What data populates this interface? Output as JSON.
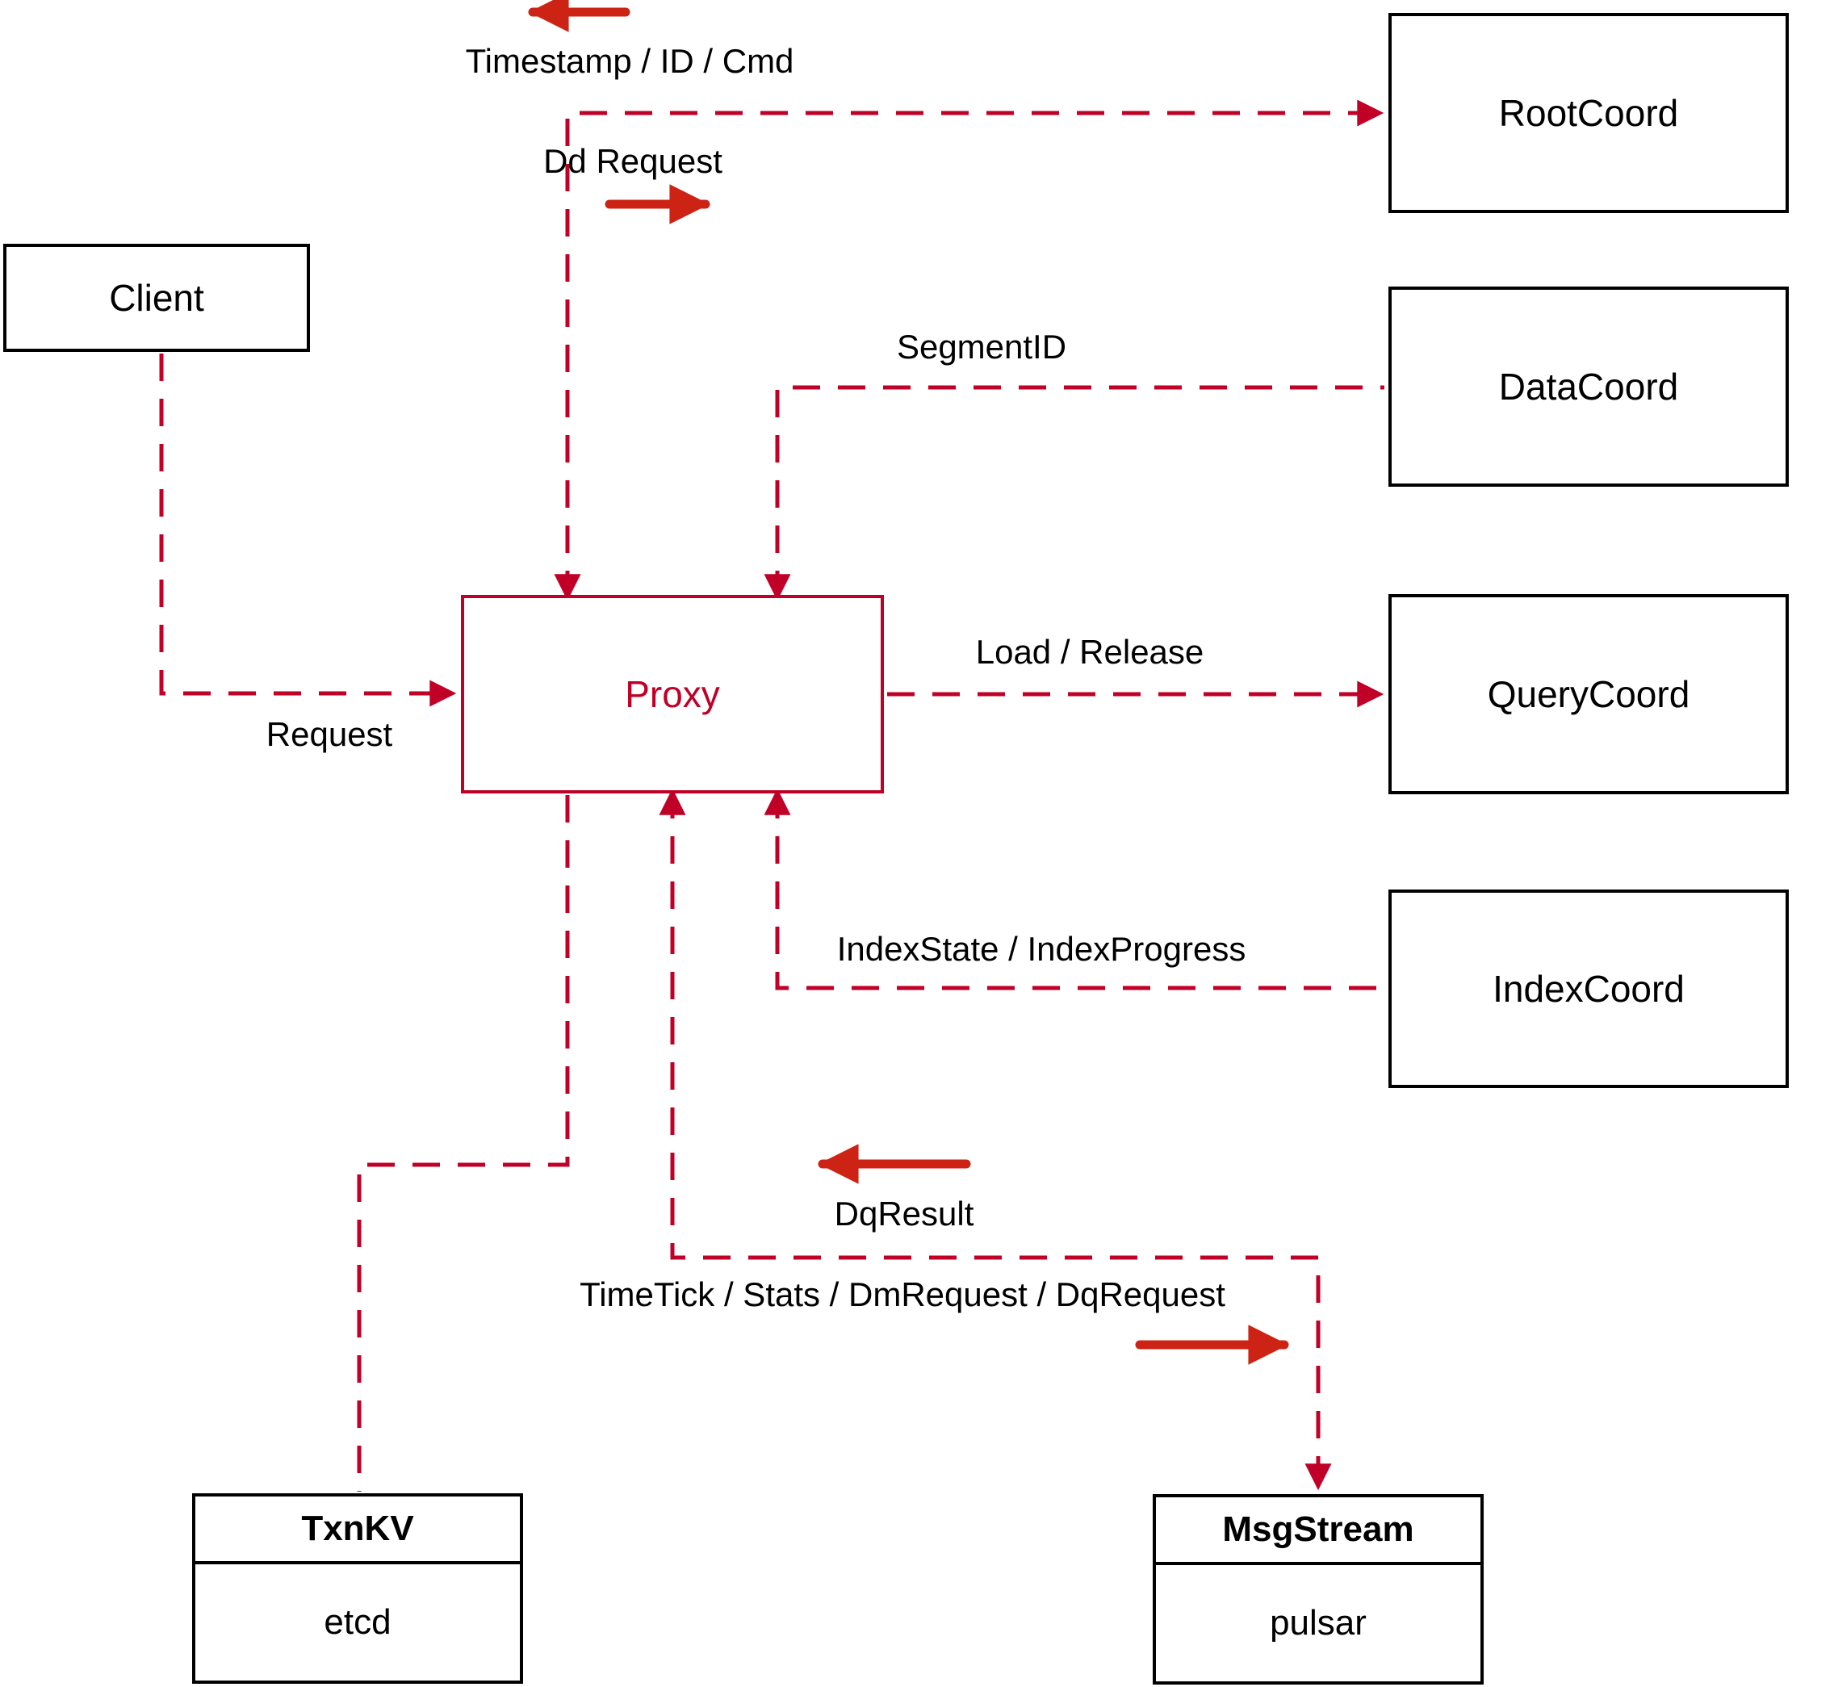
{
  "diagram": {
    "nodes": {
      "client": {
        "label": "Client"
      },
      "proxy": {
        "label": "Proxy"
      },
      "root_coord": {
        "label": "RootCoord"
      },
      "data_coord": {
        "label": "DataCoord"
      },
      "query_coord": {
        "label": "QueryCoord"
      },
      "index_coord": {
        "label": "IndexCoord"
      },
      "txn_kv": {
        "title": "TxnKV",
        "impl": "etcd"
      },
      "msg_stream": {
        "title": "MsgStream",
        "impl": "pulsar"
      }
    },
    "edge_labels": {
      "timestamp_id_cmd": "Timestamp / ID / Cmd",
      "dd_request": "Dd Request",
      "segment_id": "SegmentID",
      "load_release": "Load / Release",
      "index_state_progress": "IndexState / IndexProgress",
      "request": "Request",
      "dq_result": "DqResult",
      "timetick_stats": "TimeTick / Stats / DmRequest / DqRequest"
    },
    "colors": {
      "connector_red": "#c00027",
      "arrow_red": "#cc2315",
      "node_border": "#000000",
      "proxy_accent": "#c00027"
    }
  }
}
